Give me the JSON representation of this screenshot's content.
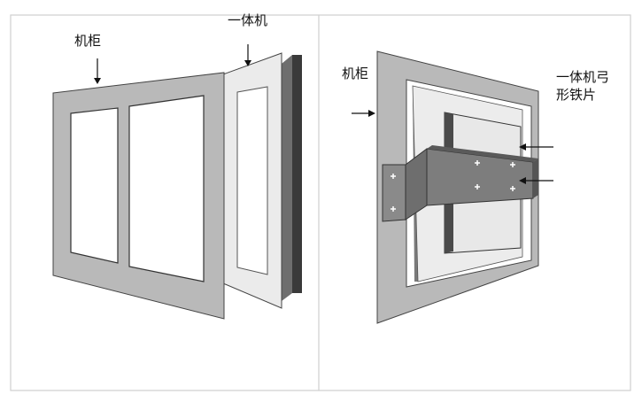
{
  "left_panel": {
    "cabinet_label": "机柜",
    "all_in_one_label": "一体机"
  },
  "right_panel": {
    "cabinet_label": "机柜",
    "bracket_label_line1": "一体机弓",
    "bracket_label_line2": "形铁片"
  },
  "colors": {
    "cabinet_gray": "#b9b9b9",
    "panel_light": "#e6e6e6",
    "bracket_dark": "#7d7d7d",
    "outline": "#333333",
    "border_gray": "#cfcfcf"
  }
}
